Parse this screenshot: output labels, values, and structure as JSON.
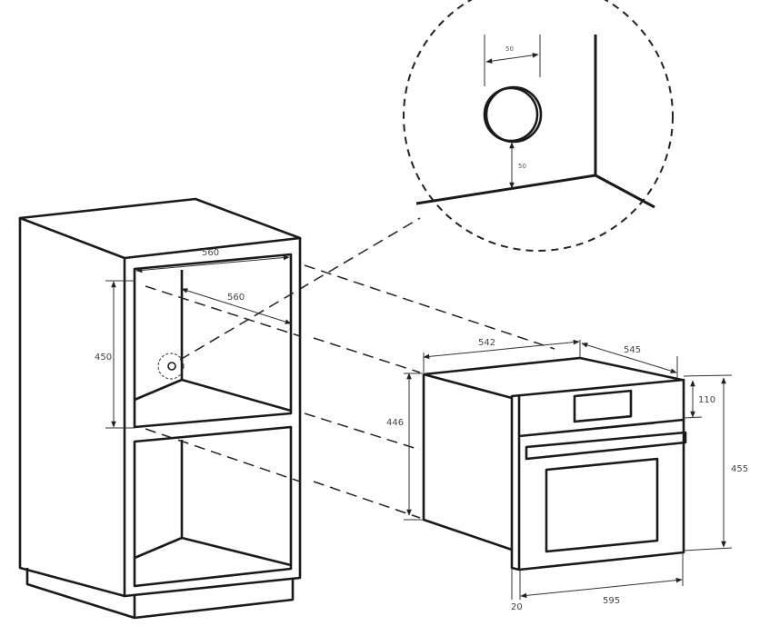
{
  "title": "Built-in oven installation diagram",
  "cabinet": {
    "opening_width": "560",
    "opening_depth": "560",
    "opening_height": "450"
  },
  "detail": {
    "socket_width": "50",
    "socket_height_from_floor": "50"
  },
  "oven": {
    "body_width": "542",
    "body_depth": "545",
    "body_height": "446",
    "panel_height": "110",
    "front_height": "455",
    "front_width": "595",
    "front_thickness": "20"
  }
}
